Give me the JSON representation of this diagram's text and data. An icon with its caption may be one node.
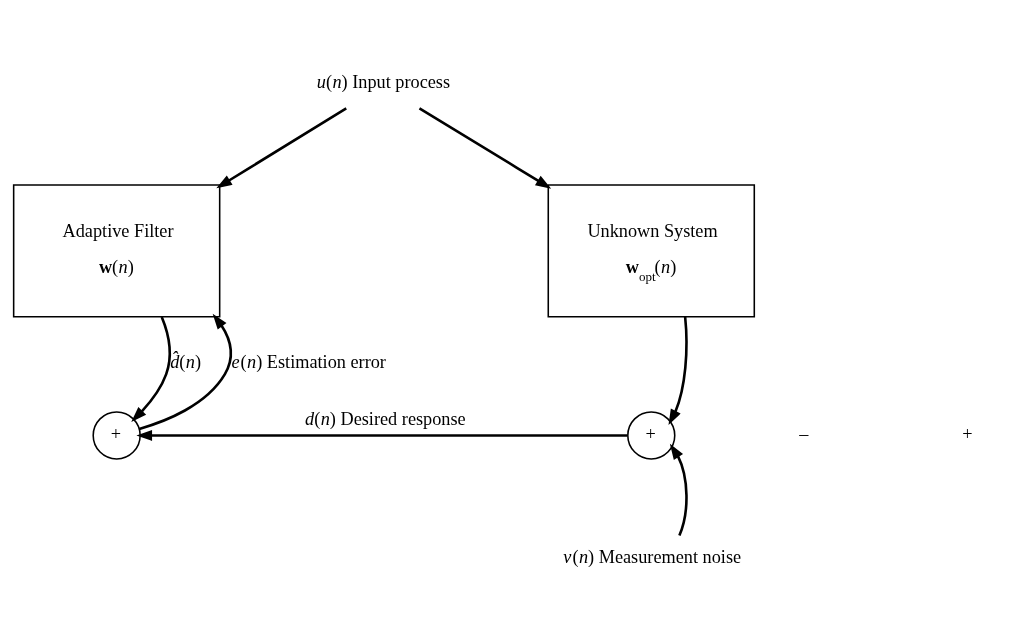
{
  "diagram": {
    "nodes": [
      {
        "text": [
          "*u*(*n*) Input process"
        ]
      },
      {
        "text": [
          "Adaptive Filter",
          "**w**(*n*)"
        ]
      },
      {
        "text": [
          "Unknown System",
          "**w**$_{opt}$(*n*)"
        ]
      },
      {
        "text": [
          "+"
        ]
      },
      {
        "text": [
          "+"
        ]
      },
      {
        "text": [
          "*v*(*n*) Measurement noise"
        ]
      }
    ],
    "edges": [
      {
        "from": 0,
        "to": 1,
        "arrow": "to"
      },
      {
        "from": 0,
        "to": 2,
        "arrow": "to"
      },
      {
        "from": 2,
        "to": 4,
        "arrow": "to"
      },
      {
        "from": 5,
        "to": 4,
        "arrow": "to"
      },
      {
        "from": 1,
        "to": 3,
        "arrow": "to",
        "label": "*d̂*(*n*)"
      },
      {
        "from": 4,
        "to": 3,
        "arrow": "to",
        "label": "*d*(*n*) Desired response"
      },
      {
        "from": 3,
        "to": 1,
        "arrow": "to",
        "label": "*e*(*n*) Estimation error"
      }
    ],
    "labels": [
      "–",
      "+"
    ]
  }
}
